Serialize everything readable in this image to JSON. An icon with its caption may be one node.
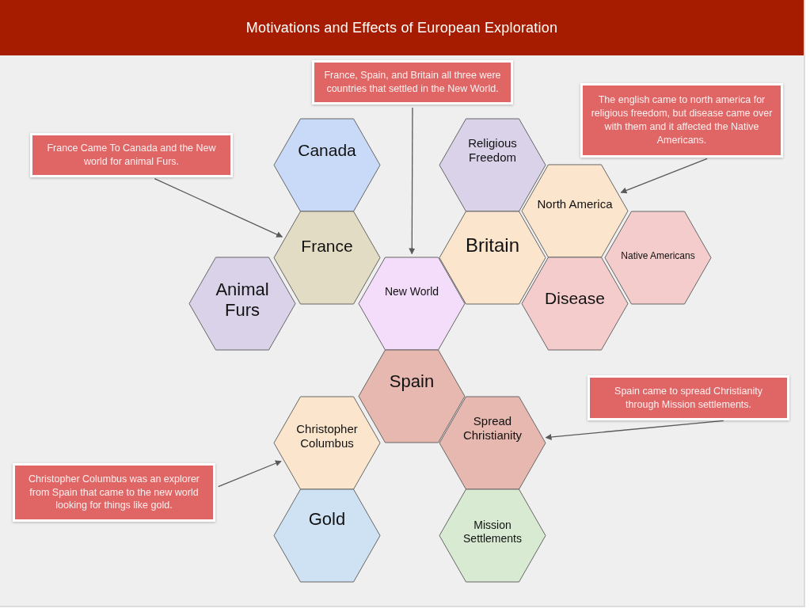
{
  "diagram": {
    "title": "Motivations and Effects of European Exploration",
    "nodes": [
      {
        "text": [
          "France, Spain, and Britain all three were countries that settled in the New World."
        ]
      },
      {
        "text": [
          "The english came to north america for religious freedom, but disease came over with them and it affected the Native Americans."
        ]
      },
      {
        "text": [
          "Canada"
        ]
      },
      {
        "text": [
          "Religious Freedom"
        ]
      },
      {
        "text": [
          "France Came To Canada and the New world for animal Furs."
        ]
      },
      {
        "text": [
          "North America"
        ]
      },
      {
        "text": [
          "France"
        ]
      },
      {
        "text": [
          "Britain"
        ]
      },
      {
        "text": [
          "Native Americans"
        ]
      },
      {
        "text": [
          "Animal Furs"
        ]
      },
      {
        "text": [
          "New World"
        ]
      },
      {
        "text": [
          "Disease"
        ]
      },
      {
        "text": [
          "Spain"
        ]
      },
      {
        "text": [
          "Spain came to spread Christianity through Mission settlements."
        ]
      },
      {
        "text": [
          "Christopher Columbus"
        ]
      },
      {
        "text": [
          "Spread Christianity"
        ]
      },
      {
        "text": [
          "Christopher Columbus was an explorer from Spain that came to the new world looking for things like gold."
        ]
      },
      {
        "text": [
          "Gold"
        ]
      },
      {
        "text": [
          "Mission Settlements"
        ]
      }
    ],
    "edges": [
      {
        "from": 4,
        "to": 6,
        "arrow": "to"
      },
      {
        "from": 0,
        "to": 10,
        "arrow": "to"
      },
      {
        "from": 1,
        "to": 5,
        "arrow": "to"
      },
      {
        "from": 13,
        "to": 15,
        "arrow": "to"
      },
      {
        "from": 16,
        "to": 14,
        "arrow": "to"
      }
    ]
  }
}
